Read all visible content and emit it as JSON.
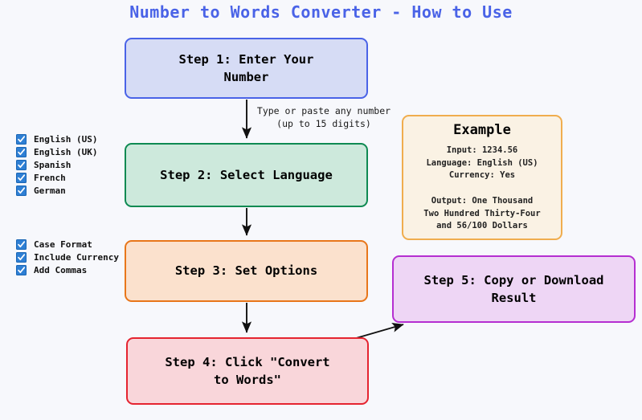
{
  "title": "Number to Words Converter - How to Use",
  "background_color": "#f7f8fc",
  "title_color": "#4a63e7",
  "nodes": {
    "step1": {
      "label": "Step 1: Enter Your\nNumber",
      "fill": "#d6dcf5",
      "stroke": "#4a63e7"
    },
    "step2": {
      "label": "Step 2: Select Language",
      "fill": "#cde9dc",
      "stroke": "#0e8a52"
    },
    "step3": {
      "label": "Step 3: Set Options",
      "fill": "#fbe1cd",
      "stroke": "#e8761a"
    },
    "step4": {
      "label": "Step 4: Click \"Convert\nto Words\"",
      "fill": "#f9d6da",
      "stroke": "#e52430"
    },
    "step5": {
      "label": "Step 5: Copy or Download\nResult",
      "fill": "#eed6f5",
      "stroke": "#b52fd1"
    }
  },
  "example": {
    "heading": "Example",
    "body": "Input: 1234.56\nLanguage: English (US)\nCurrency: Yes\n\nOutput: One Thousand\nTwo Hundred Thirty-Four\nand 56/100 Dollars",
    "fill": "#faf2e4",
    "stroke": "#f0ad4e"
  },
  "edges": [
    {
      "from": "step1",
      "to": "step2",
      "label": "Type or paste any number\n(up to 15 digits)"
    },
    {
      "from": "step2",
      "to": "step3",
      "label": ""
    },
    {
      "from": "step3",
      "to": "step4",
      "label": ""
    },
    {
      "from": "step4",
      "to": "step5",
      "label": ""
    }
  ],
  "checklists": {
    "languages": {
      "items": [
        {
          "label": "English (US)",
          "checked": true
        },
        {
          "label": "English (UK)",
          "checked": true
        },
        {
          "label": "Spanish",
          "checked": true
        },
        {
          "label": "French",
          "checked": true
        },
        {
          "label": "German",
          "checked": true
        }
      ]
    },
    "options": {
      "items": [
        {
          "label": "Case Format",
          "checked": true
        },
        {
          "label": "Include Currency",
          "checked": true
        },
        {
          "label": "Add Commas",
          "checked": true
        }
      ]
    }
  }
}
